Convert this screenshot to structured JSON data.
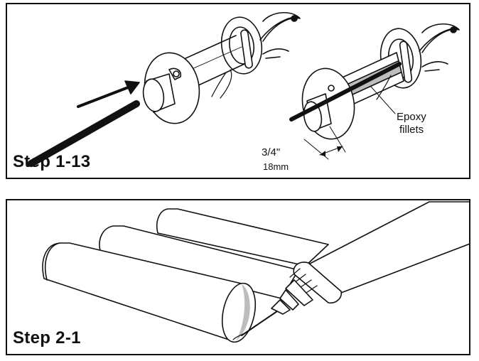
{
  "panels": [
    {
      "step_label": "Step 1-13",
      "annotations": {
        "epoxy_line1": "Epoxy",
        "epoxy_line2": "fillets",
        "dimension_imperial": "3/4\"",
        "dimension_metric": "18mm"
      }
    },
    {
      "step_label": "Step 2-1"
    }
  ]
}
